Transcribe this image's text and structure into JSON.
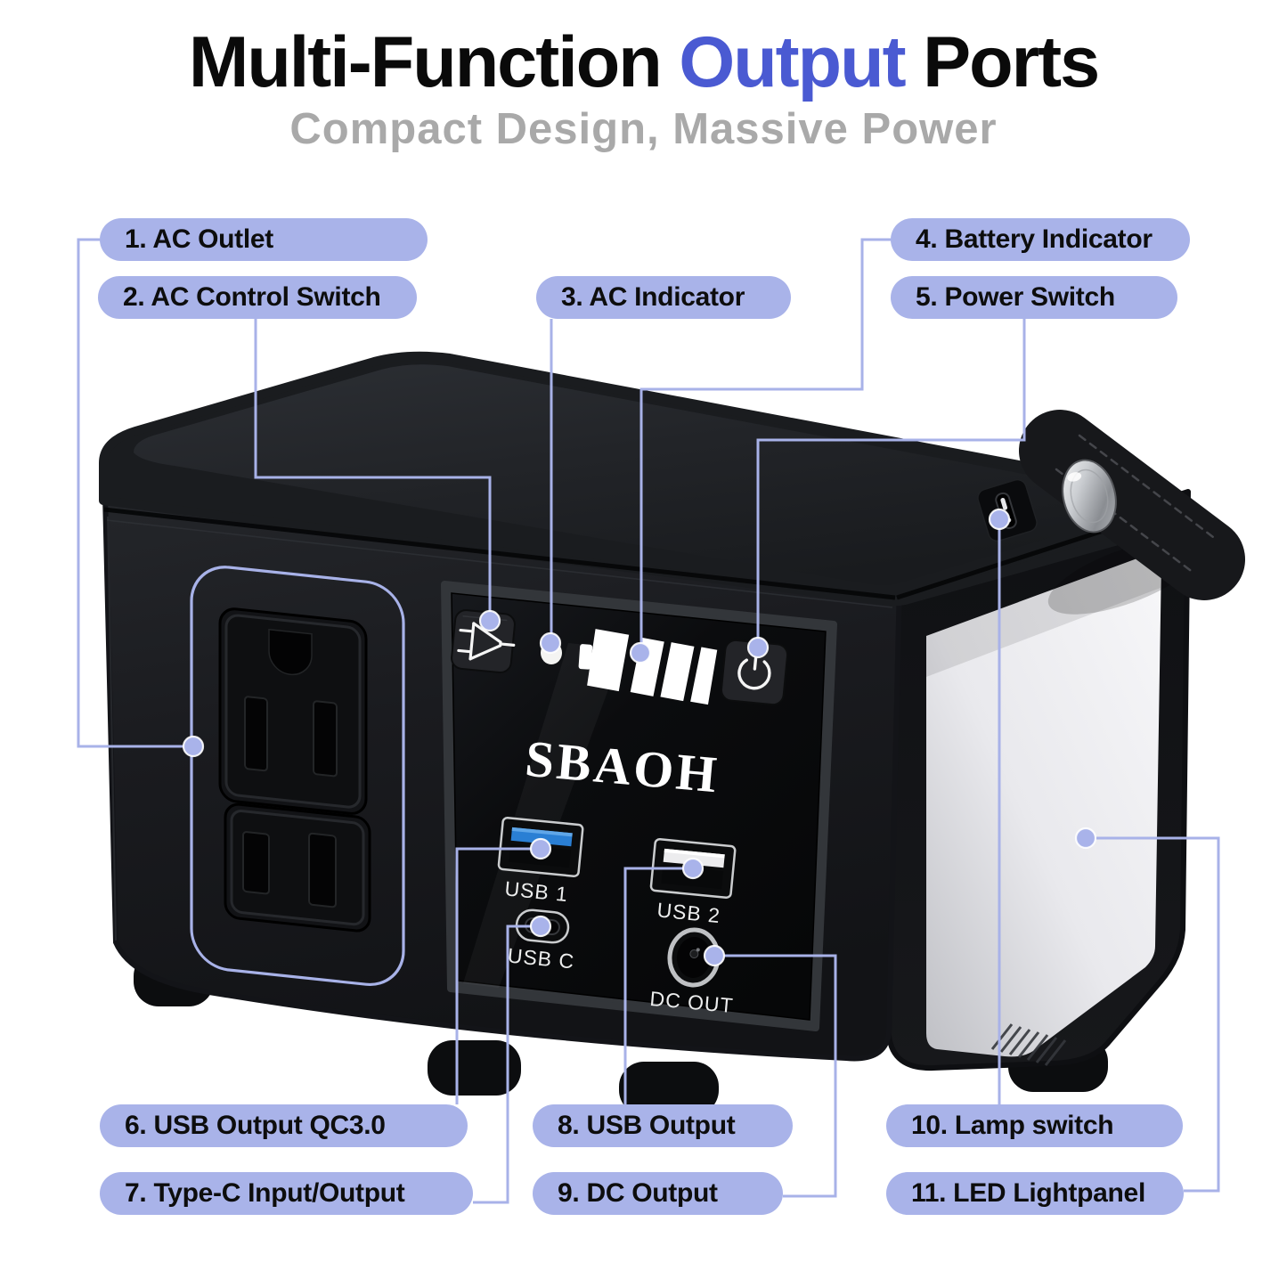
{
  "header": {
    "title_parts": [
      "Multi-Function ",
      "Output",
      " Ports"
    ],
    "subtitle": "Compact Design, Massive Power"
  },
  "callouts": [
    {
      "label": "1. AC Outlet"
    },
    {
      "label": "2. AC Control Switch"
    },
    {
      "label": "3. AC Indicator"
    },
    {
      "label": "4. Battery Indicator"
    },
    {
      "label": "5. Power Switch"
    },
    {
      "label": "6. USB Output QC3.0"
    },
    {
      "label": "7. Type-C Input/Output"
    },
    {
      "label": "8. USB Output"
    },
    {
      "label": "9. DC Output"
    },
    {
      "label": "10. Lamp switch"
    },
    {
      "label": "11. LED Lightpanel"
    }
  ],
  "device": {
    "brand": "SBAOH",
    "port_labels": {
      "usb1": "USB 1",
      "usb2": "USB 2",
      "usbc": "USB C",
      "dc_out": "DC OUT"
    },
    "battery_segments_lit": 4
  },
  "colors": {
    "accent": "#4a5ad2",
    "pill_fill": "#a9b3e9",
    "callout_line": "#a8b2e8",
    "subtitle_gray": "#a9a9a9",
    "usb1_tab_blue": "#2a7fd4",
    "usb2_tab_white": "#ececee"
  }
}
